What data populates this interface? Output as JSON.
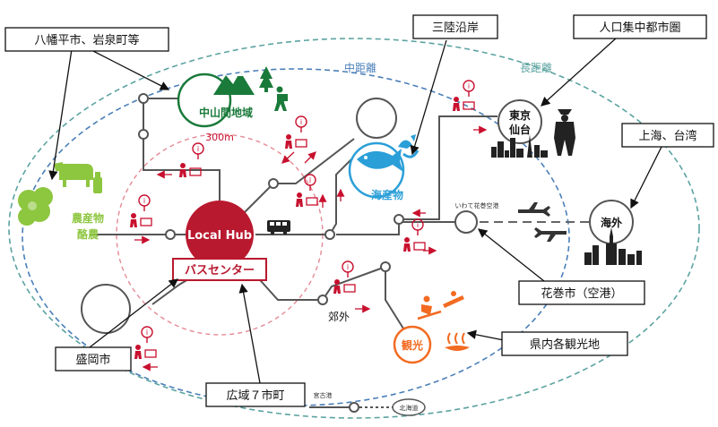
{
  "rings": {
    "inner_label": "300m",
    "middle_label": "中距離",
    "outer_label": "長距離"
  },
  "hub": {
    "label": "Local Hub",
    "bus_center": "バスセンター"
  },
  "nodes": {
    "mountain": "中山間地域",
    "agriculture_line1": "農産物",
    "agriculture_line2": "酪農",
    "seafood": "海産物",
    "tokyo_line1": "東京",
    "tokyo_line2": "仙台",
    "overseas": "海外",
    "airport": "いわて花巻空港",
    "suburb": "郊外",
    "tourism": "観光",
    "miyako_port": "宮古港",
    "hokkaido": "北海道"
  },
  "callouts": {
    "hachimantai": "八幡平市、岩泉町等",
    "sanriku": "三陸沿岸",
    "metro": "人口集中都市圏",
    "shanghai": "上海、台湾",
    "hanamaki": "花巻市（空港）",
    "tourist_spots": "県内各観光地",
    "morioka": "盛岡市",
    "seven_towns": "広域７市町"
  },
  "colors": {
    "hub_red": "#b9192f",
    "mountain_green": "#1a7a3a",
    "agri_green": "#8dc63f",
    "sea_blue": "#2b9fd8",
    "tourism_orange": "#f26b21",
    "ring_teal": "#5ba3a0",
    "ring_blue": "#4a7fb8",
    "line_gray": "#555555",
    "arrow_red": "#c8102e"
  },
  "icons": [
    "mountain-icon",
    "hiker-icon",
    "cow-icon",
    "tree-icon",
    "fish-icon",
    "crab-icon",
    "samurai-icon",
    "city-skyline-icon",
    "airplane-icon",
    "skier-icon",
    "hot-spring-icon",
    "bus-icon",
    "info-pin-icon",
    "person-with-parcel-icon"
  ]
}
